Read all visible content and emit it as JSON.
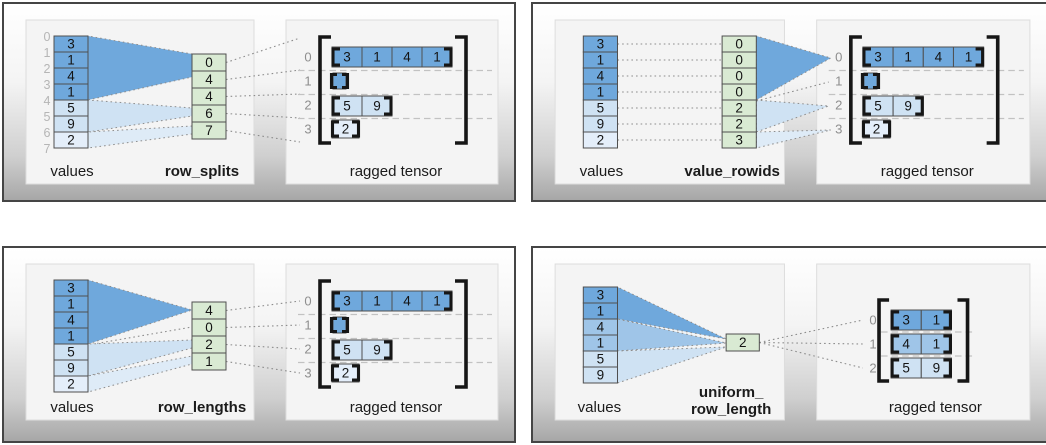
{
  "colors": {
    "dark_blue": "#6fa8dc",
    "medium_blue": "#9fc5e8",
    "light_blue": "#cfe2f3",
    "pale_blue": "#e4eefa",
    "green": "#d9ead3"
  },
  "panels": [
    {
      "values_label": "values",
      "op_label": "row_splits",
      "tensor_label": "ragged tensor",
      "value_indices": [
        "0",
        "1",
        "2",
        "3",
        "4",
        "5",
        "6",
        "7"
      ],
      "values": [
        "3",
        "1",
        "4",
        "1",
        "5",
        "9",
        "2"
      ],
      "op_cells": [
        "0",
        "4",
        "4",
        "6",
        "7"
      ],
      "row_indices": [
        "0",
        "1",
        "2",
        "3"
      ],
      "row0": [
        "3",
        "1",
        "4",
        "1"
      ],
      "row2": [
        "5",
        "9"
      ],
      "row3": [
        "2"
      ]
    },
    {
      "values_label": "values",
      "op_label": "value_rowids",
      "tensor_label": "ragged tensor",
      "values": [
        "3",
        "1",
        "4",
        "1",
        "5",
        "9",
        "2"
      ],
      "op_cells": [
        "0",
        "0",
        "0",
        "0",
        "2",
        "2",
        "3"
      ],
      "row_indices": [
        "0",
        "1",
        "2",
        "3"
      ],
      "row0": [
        "3",
        "1",
        "4",
        "1"
      ],
      "row2": [
        "5",
        "9"
      ],
      "row3": [
        "2"
      ]
    },
    {
      "values_label": "values",
      "op_label": "row_lengths",
      "tensor_label": "ragged tensor",
      "values": [
        "3",
        "1",
        "4",
        "1",
        "5",
        "9",
        "2"
      ],
      "op_cells": [
        "4",
        "0",
        "2",
        "1"
      ],
      "row_indices": [
        "0",
        "1",
        "2",
        "3"
      ],
      "row0": [
        "3",
        "1",
        "4",
        "1"
      ],
      "row2": [
        "5",
        "9"
      ],
      "row3": [
        "2"
      ]
    },
    {
      "values_label": "values",
      "op_label_line1": "uniform_",
      "op_label_line2": "row_length",
      "tensor_label": "ragged tensor",
      "values": [
        "3",
        "1",
        "4",
        "1",
        "5",
        "9"
      ],
      "op_cells": [
        "2"
      ],
      "row_indices": [
        "0",
        "1",
        "2"
      ],
      "row0": [
        "3",
        "1"
      ],
      "row1": [
        "4",
        "1"
      ],
      "row2": [
        "5",
        "9"
      ]
    }
  ]
}
